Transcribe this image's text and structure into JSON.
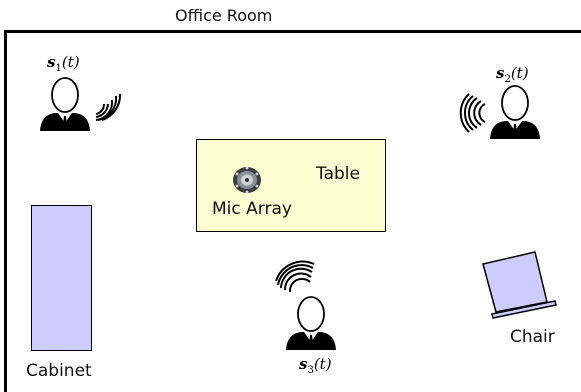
{
  "room": {
    "title": "Office Room"
  },
  "table": {
    "label": "Table",
    "fill": "#fffdd2"
  },
  "mic_array": {
    "label": "Mic Array",
    "icon": "microphone-array-icon"
  },
  "cabinet": {
    "label": "Cabinet",
    "fill": "#ccccff"
  },
  "chair": {
    "label": "Chair",
    "fill": "#ccccff"
  },
  "speakers": [
    {
      "symbol": "s",
      "index": "1",
      "arg": "(t)",
      "icon": "person-icon"
    },
    {
      "symbol": "s",
      "index": "2",
      "arg": "(t)",
      "icon": "person-icon"
    },
    {
      "symbol": "s",
      "index": "3",
      "arg": "(t)",
      "icon": "person-icon"
    }
  ]
}
